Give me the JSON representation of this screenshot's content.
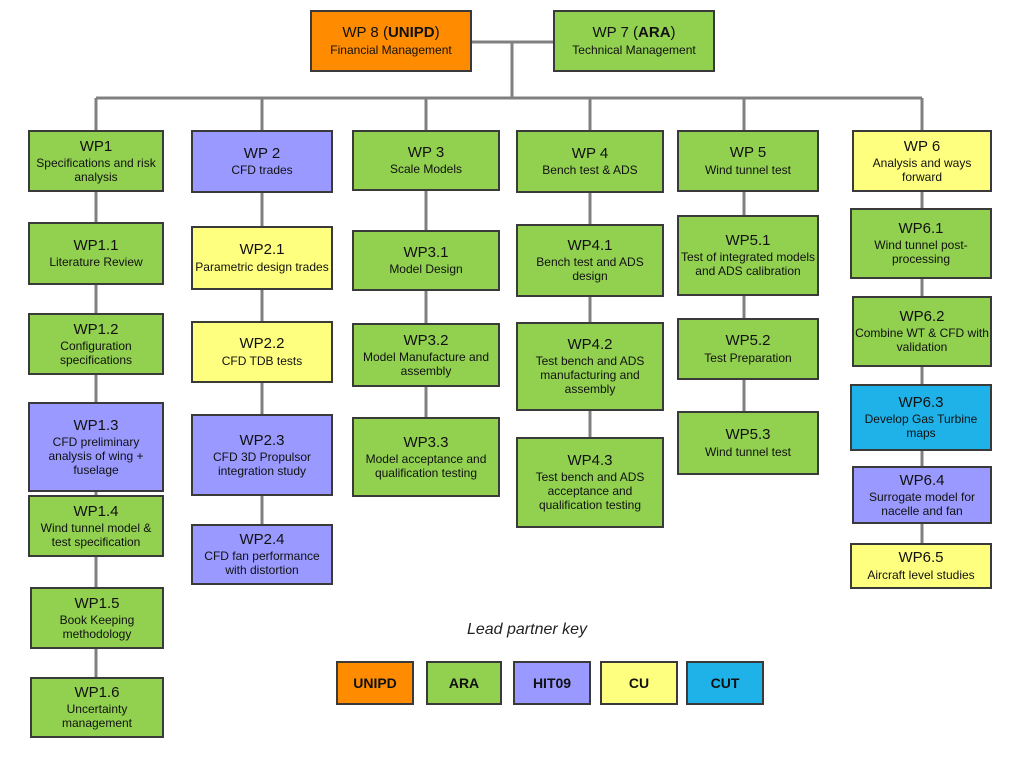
{
  "colors": {
    "unipd": "#FF8C00",
    "ara": "#92D050",
    "hit09": "#9999FF",
    "cu": "#FFFF7F",
    "cut": "#1EB2E8",
    "line": "#808080"
  },
  "top": {
    "wp8": {
      "code": "WP 8",
      "partner": "UNIPD",
      "title": "Financial Management"
    },
    "wp7": {
      "code": "WP 7",
      "partner": "ARA",
      "title": "Technical Management"
    }
  },
  "wps": {
    "wp1": {
      "code": "WP1",
      "title": "Specifications and risk analysis",
      "lead": "ara"
    },
    "wp1_1": {
      "code": "WP1.1",
      "title": "Literature Review",
      "lead": "ara"
    },
    "wp1_2": {
      "code": "WP1.2",
      "title": "Configuration specifications",
      "lead": "ara"
    },
    "wp1_3": {
      "code": "WP1.3",
      "title": "CFD preliminary analysis of wing + fuselage",
      "lead": "hit09"
    },
    "wp1_4": {
      "code": "WP1.4",
      "title": "Wind tunnel model & test specification",
      "lead": "ara"
    },
    "wp1_5": {
      "code": "WP1.5",
      "title": "Book Keeping methodology",
      "lead": "ara"
    },
    "wp1_6": {
      "code": "WP1.6",
      "title": "Uncertainty management",
      "lead": "ara"
    },
    "wp2": {
      "code": "WP 2",
      "title": "CFD trades",
      "lead": "hit09"
    },
    "wp2_1": {
      "code": "WP2.1",
      "title": "Parametric design trades",
      "lead": "cu"
    },
    "wp2_2": {
      "code": "WP2.2",
      "title": "CFD TDB tests",
      "lead": "cu"
    },
    "wp2_3": {
      "code": "WP2.3",
      "title": "CFD 3D Propulsor integration study",
      "lead": "hit09"
    },
    "wp2_4": {
      "code": "WP2.4",
      "title": "CFD fan performance with distortion",
      "lead": "hit09"
    },
    "wp3": {
      "code": "WP 3",
      "title": "Scale Models",
      "lead": "ara"
    },
    "wp3_1": {
      "code": "WP3.1",
      "title": "Model Design",
      "lead": "ara"
    },
    "wp3_2": {
      "code": "WP3.2",
      "title": "Model Manufacture and assembly",
      "lead": "ara"
    },
    "wp3_3": {
      "code": "WP3.3",
      "title": "Model acceptance and qualification testing",
      "lead": "ara"
    },
    "wp4": {
      "code": "WP 4",
      "title": "Bench test & ADS",
      "lead": "ara"
    },
    "wp4_1": {
      "code": "WP4.1",
      "title": "Bench test and ADS design",
      "lead": "ara"
    },
    "wp4_2": {
      "code": "WP4.2",
      "title": "Test bench and ADS manufacturing and assembly",
      "lead": "ara"
    },
    "wp4_3": {
      "code": "WP4.3",
      "title": "Test bench and ADS acceptance and qualification testing",
      "lead": "ara"
    },
    "wp5": {
      "code": "WP 5",
      "title": "Wind tunnel test",
      "lead": "ara"
    },
    "wp5_1": {
      "code": "WP5.1",
      "title": "Test of integrated models and ADS calibration",
      "lead": "ara"
    },
    "wp5_2": {
      "code": "WP5.2",
      "title": "Test Preparation",
      "lead": "ara"
    },
    "wp5_3": {
      "code": "WP5.3",
      "title": "Wind tunnel test",
      "lead": "ara"
    },
    "wp6": {
      "code": "WP 6",
      "title": "Analysis and ways forward",
      "lead": "cu"
    },
    "wp6_1": {
      "code": "WP6.1",
      "title": "Wind tunnel post-processing",
      "lead": "ara"
    },
    "wp6_2": {
      "code": "WP6.2",
      "title": "Combine WT & CFD with validation",
      "lead": "ara"
    },
    "wp6_3": {
      "code": "WP6.3",
      "title": "Develop Gas Turbine maps",
      "lead": "cut"
    },
    "wp6_4": {
      "code": "WP6.4",
      "title": "Surrogate model for nacelle and fan",
      "lead": "hit09"
    },
    "wp6_5": {
      "code": "WP6.5",
      "title": "Aircraft level studies",
      "lead": "cu"
    }
  },
  "key": {
    "title": "Lead partner key",
    "items": [
      {
        "label": "UNIPD",
        "lead": "unipd"
      },
      {
        "label": "ARA",
        "lead": "ara"
      },
      {
        "label": "HIT09",
        "lead": "hit09"
      },
      {
        "label": "CU",
        "lead": "cu"
      },
      {
        "label": "CUT",
        "lead": "cut"
      }
    ]
  }
}
